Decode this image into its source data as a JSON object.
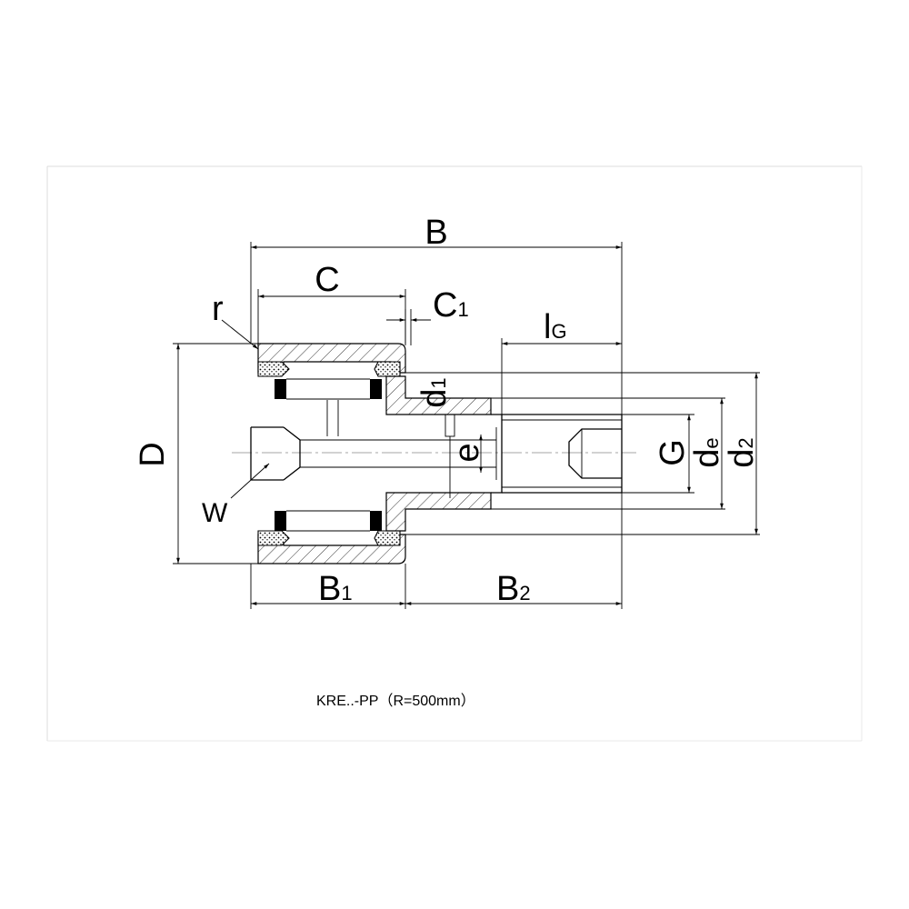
{
  "drawing": {
    "caption": "KRE..-PP（R=500mm）",
    "colors": {
      "line": "#000000",
      "frame": "#d9d9d9",
      "centerline": "#888888"
    }
  },
  "dimensions": {
    "B": "B",
    "C": "C",
    "C1_base": "C",
    "C1_sub": "1",
    "lG_base": "l",
    "lG_sub": "G",
    "d1_base": "d",
    "d1_sub": "1",
    "D": "D",
    "r": "r",
    "W": "W",
    "e": "e",
    "G": "G",
    "de_base": "d",
    "de_sub": "e",
    "d2_base": "d",
    "d2_sub": "2",
    "B1_base": "B",
    "B1_sub": "1",
    "B2_base": "B",
    "B2_sub": "2"
  }
}
